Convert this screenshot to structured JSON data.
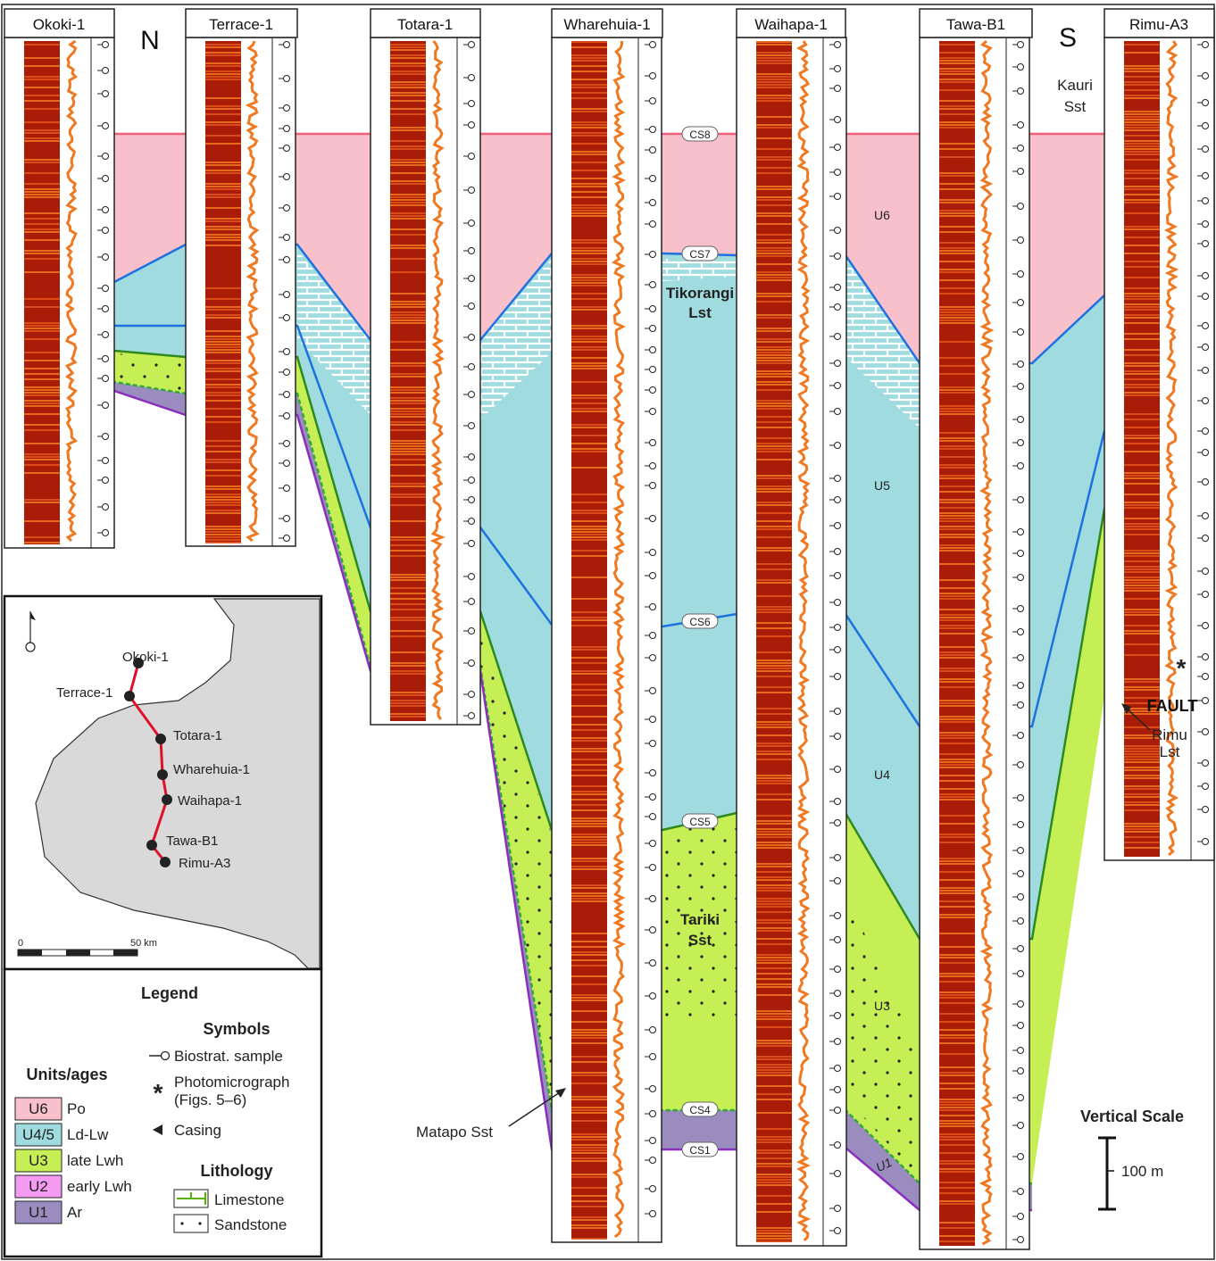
{
  "wells": [
    {
      "id": "okoki",
      "name": "Okoki-1"
    },
    {
      "id": "terrace",
      "name": "Terrace-1"
    },
    {
      "id": "totara",
      "name": "Totara-1"
    },
    {
      "id": "wharehuia",
      "name": "Wharehuia-1"
    },
    {
      "id": "waihapa",
      "name": "Waihapa-1"
    },
    {
      "id": "tawa",
      "name": "Tawa-B1"
    },
    {
      "id": "rimu",
      "name": "Rimu-A3"
    }
  ],
  "direction_labels": {
    "north": "N",
    "south": "S"
  },
  "surfaces": {
    "cs8": "CS8",
    "cs7": "CS7",
    "cs6": "CS6",
    "cs5": "CS5",
    "cs4": "CS4",
    "cs1": "CS1"
  },
  "unit_labels": {
    "u6": "U6",
    "u5": "U5",
    "u4": "U4",
    "u3": "U3",
    "u1": "U1"
  },
  "formations": {
    "tikorangi_1": "Tikorangi",
    "tikorangi_2": "Lst",
    "tariki_1": "Tariki",
    "tariki_2": "Sst",
    "kauri_1": "Kauri",
    "kauri_2": "Sst",
    "rimu_1": "Rimu",
    "rimu_2": "Lst",
    "matapo": "Matapo Sst",
    "fault": "FAULT"
  },
  "map": {
    "scale_start": "0",
    "scale_end": "50 km",
    "wells": [
      "Okoki-1",
      "Terrace-1",
      "Totara-1",
      "Wharehuia-1",
      "Waihapa-1",
      "Tawa-B1",
      "Rimu-A3"
    ]
  },
  "legend": {
    "title": "Legend",
    "units_title": "Units/ages",
    "units": [
      {
        "code": "U6",
        "age": "Po",
        "color": "#f8c0cb"
      },
      {
        "code": "U4/5",
        "age": "Ld-Lw",
        "color": "#9fdbdf"
      },
      {
        "code": "U3",
        "age": "late Lwh",
        "color": "#c6ef56"
      },
      {
        "code": "U2",
        "age": "early Lwh",
        "color": "#f39bf0"
      },
      {
        "code": "U1",
        "age": "Ar",
        "color": "#9a8cbf"
      }
    ],
    "symbols_title": "Symbols",
    "sym_biostrat": "Biostrat. sample",
    "sym_photo_1": "Photomicrograph",
    "sym_photo_2": "(Figs. 5–6)",
    "sym_casing": "Casing",
    "lithology_title": "Lithology",
    "lith_limestone": "Limestone",
    "lith_sandstone": "Sandstone"
  },
  "vertical_scale": {
    "title": "Vertical Scale",
    "label": "100 m"
  },
  "colors": {
    "u6": "#f8c0cb",
    "u45": "#9fdbdf",
    "u45_dark": "#30d1c9",
    "u3": "#c6ef56",
    "u2": "#f39bf0",
    "u1": "#9a8cbf",
    "u1_light": "#c6a8f0",
    "cs8": "#f0607a",
    "cs_blue": "#1d72e0",
    "cs5": "#2d8a1e",
    "cs1": "#8a2dc0",
    "fault": "#e0102a",
    "log_dark": "#a81c08",
    "log_orange": "#f07820"
  }
}
